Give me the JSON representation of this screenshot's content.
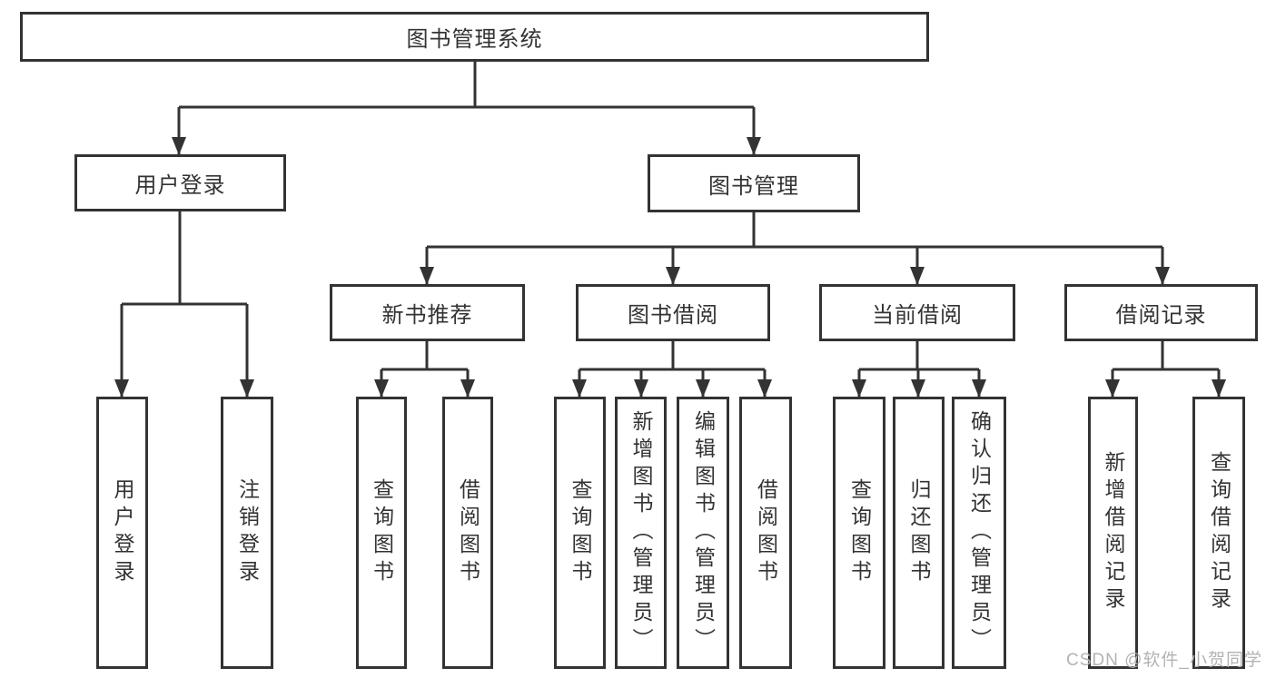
{
  "diagram": {
    "root": {
      "label": "图书管理系统"
    },
    "level2": [
      {
        "label": "用户登录",
        "children": [
          "用户登录",
          "注销登录"
        ]
      },
      {
        "label": "图书管理"
      }
    ],
    "level3": [
      {
        "label": "新书推荐",
        "children": [
          "查询图书",
          "借阅图书"
        ]
      },
      {
        "label": "图书借阅",
        "children": [
          "查询图书",
          "新增图书（管理员）",
          "编辑图书（管理员）",
          "借阅图书"
        ]
      },
      {
        "label": "当前借阅",
        "children": [
          "查询图书",
          "归还图书",
          "确认归还（管理员）"
        ]
      },
      {
        "label": "借阅记录",
        "children": [
          "新增借阅记录",
          "查询借阅记录"
        ]
      }
    ],
    "colors": {
      "line": "#333333",
      "text": "#333333",
      "box_background": "#ffffff",
      "watermark": "#b3b3b3"
    },
    "watermark": "CSDN @软件_小贺同学"
  }
}
